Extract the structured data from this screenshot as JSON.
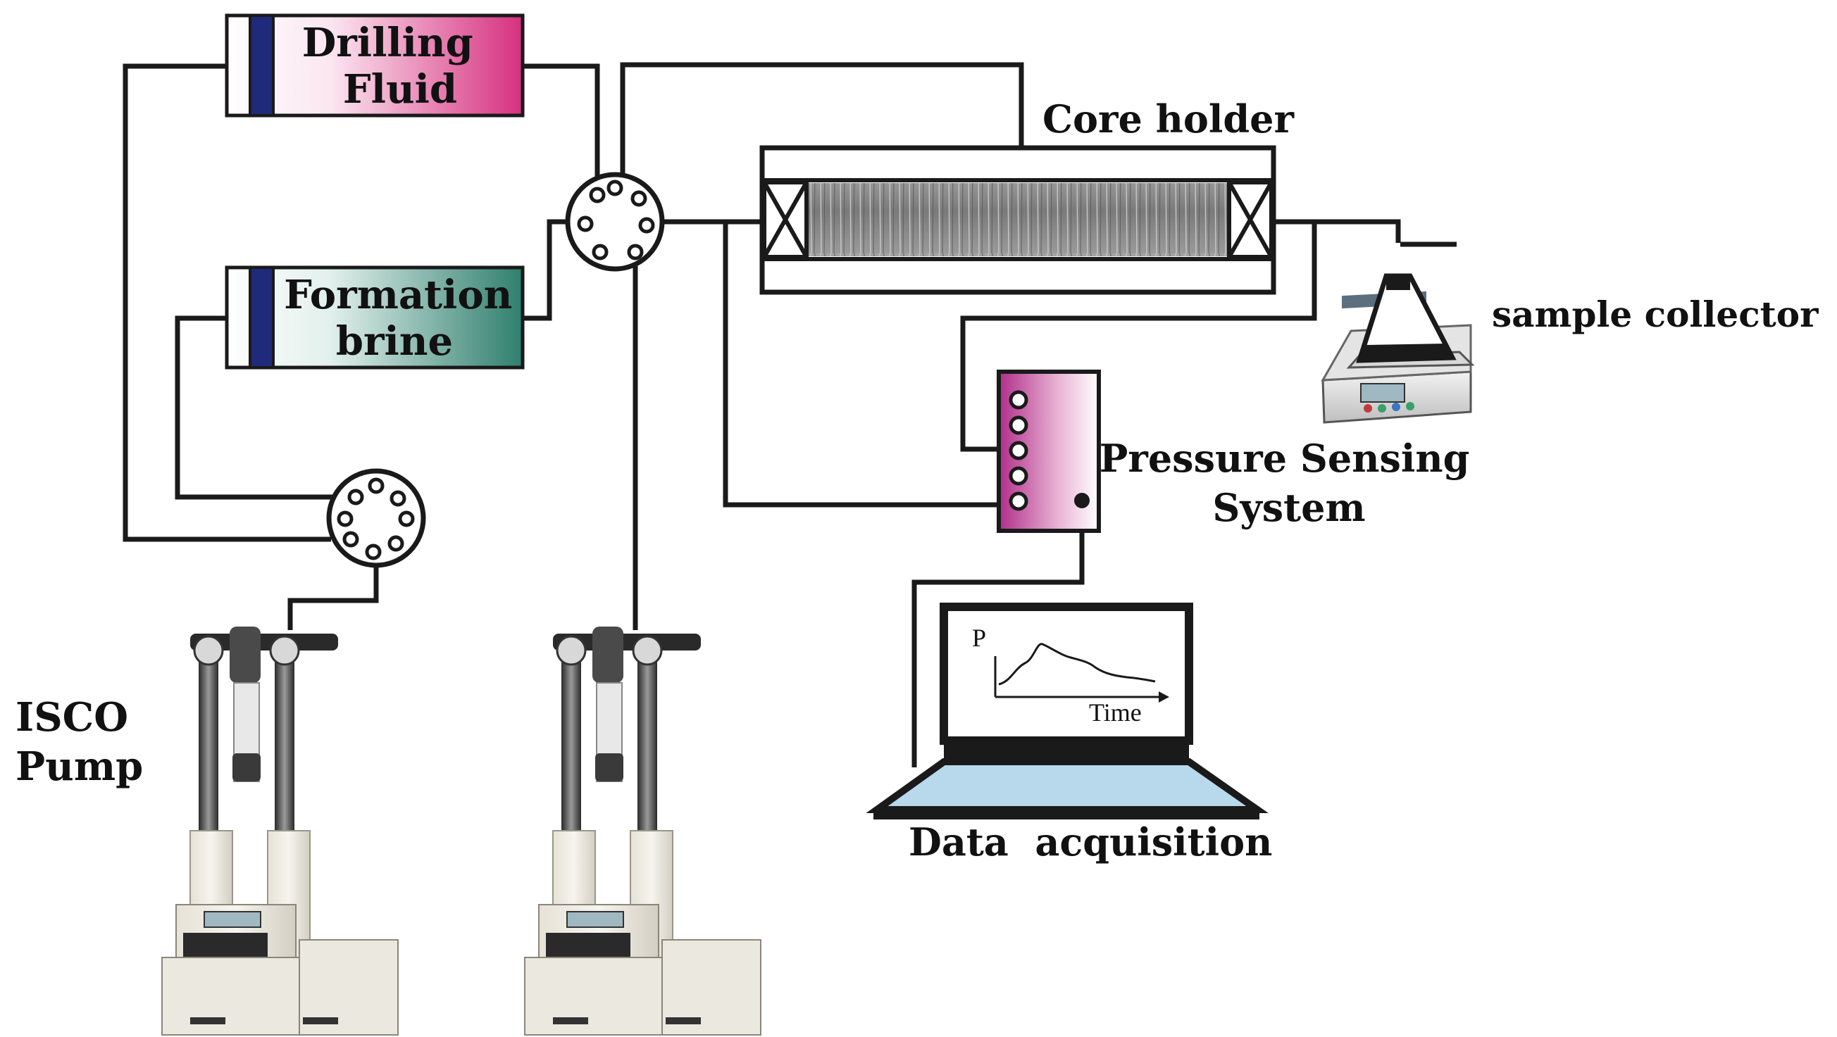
{
  "labels": {
    "drilling_fluid": [
      "Drilling",
      "Fluid"
    ],
    "formation_brine": [
      "Formation",
      "brine"
    ],
    "core_holder": "Core holder",
    "sample_collector": "sample collector",
    "pressure_sensing": [
      "Pressure Sensing",
      "System"
    ],
    "isco_pump": [
      "ISCO",
      "Pump"
    ],
    "data_acquisition": "Data  acquisition",
    "plot_y": "P",
    "plot_x": "Time"
  },
  "colors": {
    "line": "#1a1a1a",
    "drilling_fluid_fill": "#d6307f",
    "formation_brine_fill": "#2f7f6e",
    "piston": "#1f2a7a",
    "pressure_box_fill": "#b02e8a",
    "core_fill": "#8a8a8a",
    "screen_fill": "#b8d8ec"
  }
}
